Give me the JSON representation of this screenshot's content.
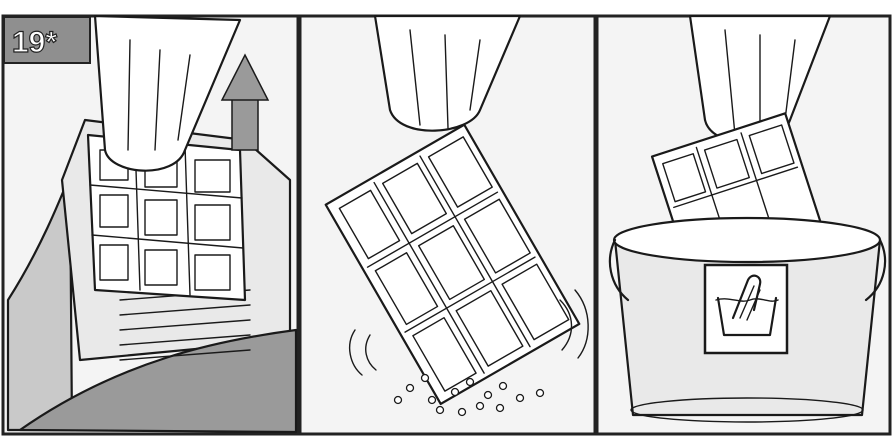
{
  "step": {
    "number": "19*"
  },
  "panels": [
    {
      "id": "remove-filter",
      "icon": "arrow-up-icon"
    },
    {
      "id": "shake-filter",
      "icon": "particles"
    },
    {
      "id": "wash-filter",
      "icon": "hand-wash-icon"
    }
  ],
  "colors": {
    "ink": "#1a1a1a",
    "panel_background": "#f4f4f4",
    "badge_background": "#8f8f8f"
  }
}
